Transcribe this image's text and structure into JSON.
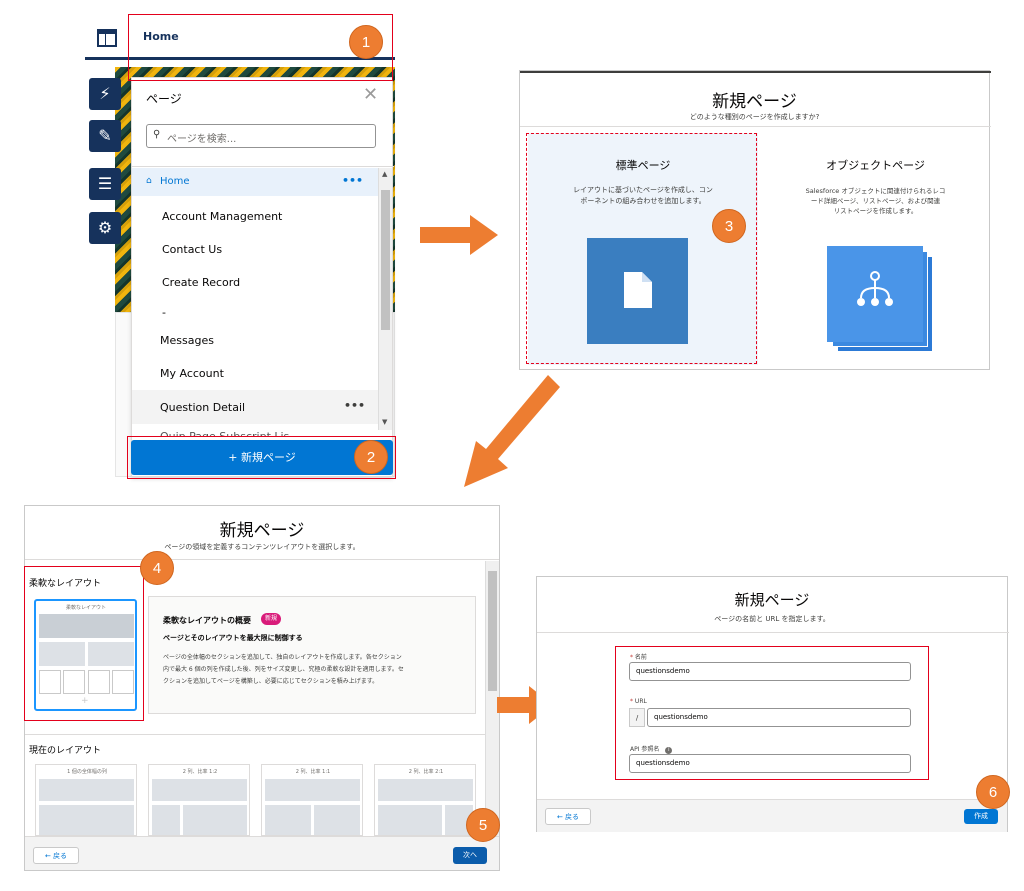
{
  "builder": {
    "topbar_title": "Home",
    "pages_panel_title": "ページ",
    "search_placeholder": "ページを検索...",
    "pages": [
      {
        "label": "Home",
        "selected": true,
        "menu": "•••"
      },
      {
        "label": "Account Management"
      },
      {
        "label": "Contact Us"
      },
      {
        "label": "Create Record"
      },
      {
        "label": "-"
      },
      {
        "label": "Messages"
      },
      {
        "label": "My Account"
      },
      {
        "label": "Question Detail",
        "menu": "•••"
      },
      {
        "label": "Quip Page Subscript Lis"
      }
    ],
    "new_page_button": "+ 新規ページ"
  },
  "page_type_dialog": {
    "title": "新規ページ",
    "subtitle": "どのような種別のページを作成しますか?",
    "standard": {
      "title": "標準ページ",
      "description_line1": "レイアウトに基づいたページを作成し、コン",
      "description_line2": "ポーネントの組み合わせを追加します。"
    },
    "object": {
      "title": "オブジェクトページ",
      "description_line1": "Salesforce オブジェクトに関連付けられるレコ",
      "description_line2": "ード詳細ページ、リストページ、および関連",
      "description_line3": "リストページを作成します。"
    }
  },
  "layout_dialog": {
    "title": "新規ページ",
    "subtitle": "ページの領域を定義するコンテンツレイアウトを選択します。",
    "flexible_section": "柔軟なレイアウト",
    "flexible_thumb_label": "柔軟なレイアウト",
    "overview_title": "柔軟なレイアウトの概要",
    "new_badge": "新規",
    "overview_subtitle": "ページとそのレイアウトを最大限に制御する",
    "overview_line1": "ページの全体幅のセクションを追加して、独自のレイアウトを作成します。各セクション",
    "overview_line2": "内で最大 6 個の列を作成した後、列をサイズ変更し、究極の柔軟な設計を適用します。セ",
    "overview_line3": "クションを追加してページを構築し、必要に応じてセクションを積み上げます。",
    "current_section": "現在のレイアウト",
    "layouts": [
      "1 個の全体幅の列",
      "2 列、比率 1:2",
      "2 列、比率 1:1",
      "2 列、比率 2:1"
    ],
    "back_button": "← 戻る",
    "next_button": "次へ"
  },
  "name_dialog": {
    "title": "新規ページ",
    "subtitle": "ページの名前と URL を指定します。",
    "name_label": "名前",
    "name_value": "questionsdemo",
    "url_label": "URL",
    "url_prefix": "/",
    "url_value": "questionsdemo",
    "api_label": "API 参照名",
    "api_value": "questionsdemo",
    "back_button": "← 戻る",
    "create_button": "作成"
  },
  "steps": [
    "1",
    "2",
    "3",
    "4",
    "5",
    "6"
  ],
  "colors": {
    "accent_orange": "#ed7d31",
    "highlight_red": "#e3001b",
    "brand_blue": "#0176d3",
    "navy": "#16325c",
    "new_badge_pink": "#d91b7a"
  }
}
